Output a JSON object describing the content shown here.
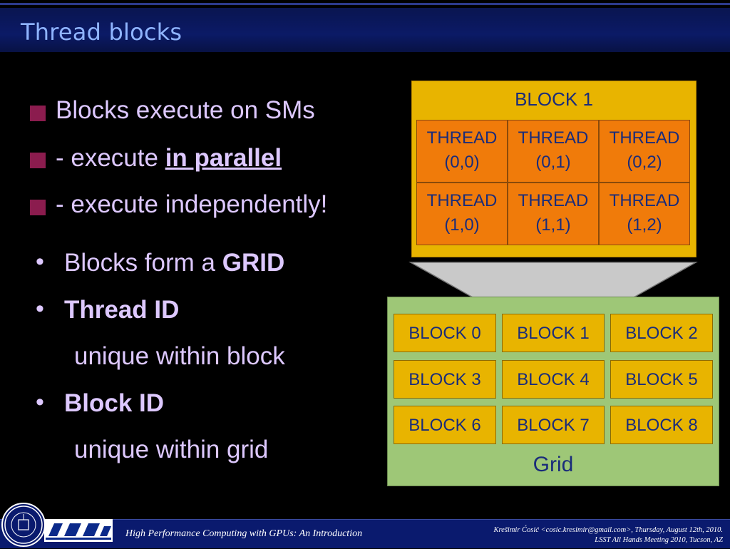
{
  "slide": {
    "title": "Thread blocks",
    "bullets_square": [
      {
        "pre": "Blocks execute on SMs",
        "emph": "",
        "post": ""
      },
      {
        "pre": " - execute ",
        "emph": "in parallel",
        "post": ""
      },
      {
        "pre": " - execute independently!",
        "emph": "",
        "post": ""
      }
    ],
    "bullets_dot": [
      {
        "pre": "Blocks form a ",
        "bold": "GRID"
      },
      {
        "pre": "",
        "bold": "Thread ID"
      },
      {
        "pre": "",
        "bold": "Block ID"
      }
    ],
    "sub_text": {
      "thread_id": "unique within block",
      "block_id": "unique within grid"
    }
  },
  "diagram": {
    "block_label": "BLOCK 1",
    "threads": [
      [
        "THREAD",
        "(0,0)"
      ],
      [
        "THREAD",
        "(0,1)"
      ],
      [
        "THREAD",
        "(0,2)"
      ],
      [
        "THREAD",
        "(1,0)"
      ],
      [
        "THREAD",
        "(1,1)"
      ],
      [
        "THREAD",
        "(1,2)"
      ]
    ],
    "grid_blocks": [
      "BLOCK 0",
      "BLOCK 1",
      "BLOCK 2",
      "BLOCK 3",
      "BLOCK 4",
      "BLOCK 5",
      "BLOCK 6",
      "BLOCK 7",
      "BLOCK 8"
    ],
    "grid_label": "Grid",
    "colors": {
      "block_fill": "#e8b400",
      "thread_fill": "#f07b0a",
      "grid_fill": "#9ec777",
      "text": "#1a2c7a"
    }
  },
  "footer": {
    "left": "High Performance Computing with GPUs: An Introduction",
    "right_line1": "Krešimir Ćosić <cosic.kresimir@gmail.com>, Thursday, August 12th, 2010.",
    "right_line2": "LSST All Hands Meeting 2010, Tucson, AZ"
  }
}
